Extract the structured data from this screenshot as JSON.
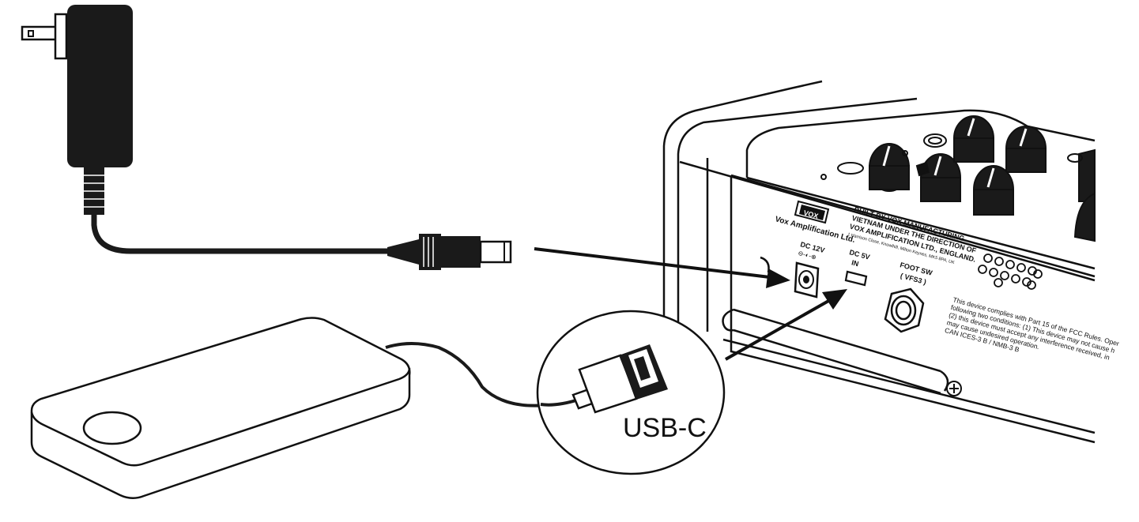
{
  "callout": {
    "usb_label": "USB-C"
  },
  "amp_panel": {
    "brand_logo": "VOX",
    "company": "Vox Amplification Ltd.",
    "built_by_lines": [
      "BUILT BY VOX MANUFACTURING",
      "VIETNAM UNDER THE DIRECTION OF",
      "VOX AMPLIFICATION LTD., ENGLAND.",
      "1 Harrison Close, Knowlhill, Milton Keynes, MK5 8PA, UK"
    ],
    "dc12v_label": "DC 12V",
    "dc12v_polarity": "⊖-◐-⊕",
    "dc5v_label": "DC 5V",
    "dc5v_sub": "IN",
    "footsw_label": "FOOT SW",
    "footsw_sub": "( VFS3 )",
    "fcc_lines": [
      "This device complies with Part 15 of the FCC Rules. Oper",
      "following two conditions: (1) This device may not cause h",
      "(2) this device must accept any interference received, in",
      "may cause undesired operation.",
      "CAN ICES-3 B / NMB-3 B"
    ]
  },
  "colors": {
    "ink": "#111111",
    "cable": "#1a1a1a",
    "background": "#ffffff"
  },
  "icons": [
    "ac-adapter-icon",
    "dc-plug-icon",
    "power-bank-icon",
    "usb-c-plug-icon",
    "arrow-icon",
    "screw-icon"
  ]
}
